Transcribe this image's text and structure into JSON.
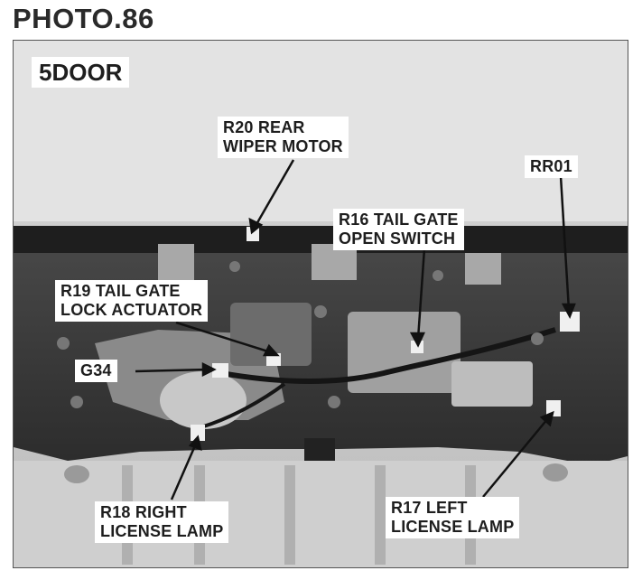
{
  "photo_title": "PHOTO.86",
  "variant_label": "5DOOR",
  "callouts": {
    "r20": {
      "line1": "R20 REAR",
      "line2": "WIPER MOTOR"
    },
    "rr01": {
      "line1": "RR01"
    },
    "r16": {
      "line1": "R16 TAIL GATE",
      "line2": "OPEN SWITCH"
    },
    "r19": {
      "line1": "R19 TAIL GATE",
      "line2": "LOCK ACTUATOR"
    },
    "g34": {
      "line1": "G34"
    },
    "r18": {
      "line1": "R18 RIGHT",
      "line2": "LICENSE LAMP"
    },
    "r17": {
      "line1": "R17 LEFT",
      "line2": "LICENSE LAMP"
    }
  }
}
